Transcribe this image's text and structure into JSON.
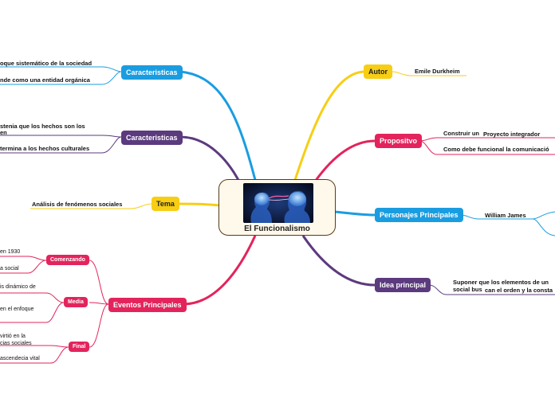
{
  "central": {
    "title": "El Funcionalismo",
    "image": "brain-heads-illustration"
  },
  "left": {
    "caracteristicas_1": {
      "label": "Caracteristicas",
      "items": [
        "oque sistemático de la sociedad",
        "nde como una entidad orgánica"
      ]
    },
    "caracteristicas_2": {
      "label": "Caracteristicas",
      "items": [
        "stenia que los hechos son los",
        "en",
        "termina a los hechos culturales"
      ]
    },
    "tema": {
      "label": "Tema",
      "items": [
        "Análisis de fenómenos sociales"
      ]
    },
    "eventos": {
      "label": "Eventos Principales",
      "comenzando": {
        "label": "Comenzando",
        "items": [
          "en 1930",
          "a social"
        ]
      },
      "media": {
        "label": "Media",
        "items": [
          "is dinámico de",
          "en el enfoque"
        ]
      },
      "final": {
        "label": "Final",
        "items": [
          "virtió en la",
          "cias sociales",
          "ascendecia vital"
        ]
      }
    }
  },
  "right": {
    "autor": {
      "label": "Autor",
      "items": [
        "Emile Durkheim"
      ]
    },
    "propositvo": {
      "label": "Propositvo",
      "items": [
        "Construir un",
        "Proyecto integrador",
        "Como debe funcional la comunicació"
      ]
    },
    "personajes": {
      "label": "Personajes Principales",
      "items": [
        "William James"
      ]
    },
    "idea": {
      "label": "Idea principal",
      "items": [
        "Suponer que los elementos de un",
        "social bus",
        "can el orden y la consta"
      ]
    }
  },
  "colors": {
    "blue": "#1a9de0",
    "purple": "#5c3a7e",
    "yellow": "#f7ce14",
    "pink": "#e3245c",
    "central_border": "#5a3a1a"
  }
}
